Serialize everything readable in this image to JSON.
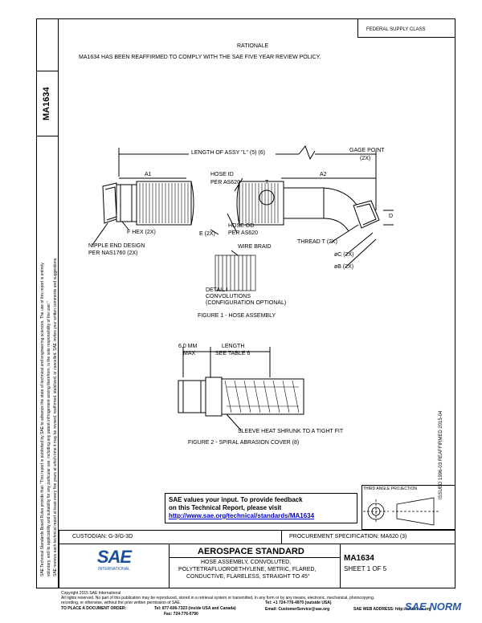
{
  "header": {
    "federal_classification": "FEDERAL SUPPLY CLASS"
  },
  "side": {
    "doc_number": "MA1634",
    "disclaimer_lines": [
      "SAE Technical Standards Board Rules provide that: \"This report is published by SAE to advance the state of technical and engineering sciences. The use of this report is entirely",
      "voluntary, and its applicability and suitability for any particular use, including any patent infringement arising therefrom, is the sole responsibility of the user.\"",
      "SAE reviews each technical report at least every five years at which time it may be revised, reaffirmed, stabilized, or cancelled. SAE invites your written comments and suggestions."
    ],
    "right_stamp": "ISSUED 1996-03   REAFFIRMED 2015-04"
  },
  "rationale": {
    "heading": "RATIONALE",
    "text": "MA1634 HAS BEEN REAFFIRMED TO COMPLY WITH THE SAE FIVE YEAR REVIEW POLICY."
  },
  "figure1": {
    "length_label": "LENGTH OF ASSY \"L\" (5) (6)",
    "gage_point": "GAGE POINT",
    "gage_point_count": "(2X)",
    "a1": "A1",
    "a2": "A2",
    "hose_id": "HOSE ID",
    "hose_id_ref": "PER AS620",
    "t_label": "T",
    "hose_od": "HOSE OD",
    "hose_od_ref": "PER AS620",
    "e_label": "E (2X)",
    "f_hex": "F HEX (2X)",
    "d_label": "D",
    "nipple_1": "NIPPLE END DESIGN",
    "nipple_2": "PER NAS1760 (2X)",
    "wire_braid": "WIRE BRAID",
    "thread": "THREAD T (2X)",
    "c_label": "øC (2X)",
    "b_label": "øB (2X)",
    "detail_1": "DETAIL I",
    "detail_2": "CONVOLUTIONS",
    "detail_3": "(CONFIGURATION OPTIONAL)",
    "caption": "FIGURE 1 - HOSE ASSEMBLY"
  },
  "figure2": {
    "mm_1": "6.0 MM",
    "mm_2": "MAX",
    "length_1": "LENGTH",
    "length_2": "SEE TABLE 6",
    "sleeve": "SLEEVE HEAT SHRUNK TO A TIGHT FIT",
    "caption": "FIGURE 2 - SPIRAL ABRASION COVER (8)"
  },
  "feedback": {
    "line1": "SAE values your input. To provide feedback",
    "line2": "on this Technical Report, please visit",
    "url": "http://www.sae.org/technical/standards/MA1634"
  },
  "projection": {
    "title": "THIRD ANGLE PROJECTION"
  },
  "title_block": {
    "custodian": "CUSTODIAN: G-3/G-3D",
    "procurement": "PROCUREMENT SPECIFICATION: MA620 (3)",
    "standard": "AEROSPACE STANDARD",
    "desc_1": "HOSE ASSEMBLY, CONVOLUTED,",
    "desc_2": "POLYTETRAFLUOROETHYLENE, METRIC, FLARED,",
    "desc_3": "CONDUCTIVE, FLARELESS, STRAIGHT TO 45°",
    "doc": "MA1634",
    "sheet": "SHEET 1 OF 5",
    "logo_text": "SAE",
    "logo_sub": "INTERNATIONAL"
  },
  "footer": {
    "copyright": "Copyright 2015 SAE International",
    "rights_1": "All rights reserved. No part of this publication may be reproduced, stored in a retrieval system or transmitted, in any form or by any means, electronic, mechanical, photocopying,",
    "rights_2": "recording, or otherwise, without the prior written permission of SAE.",
    "order_label": "TO PLACE A DOCUMENT ORDER:",
    "tel": "Tel: 877-606-7323 (inside USA and Canada)",
    "tel2": "Tel: +1 724-776-4970 (outside USA)",
    "fax": "Fax: 724-776-0790",
    "email": "Email: CustomerService@sae.org",
    "web": "SAE WEB ADDRESS: http://www.sae.org",
    "watermark": "SAE NORM"
  }
}
